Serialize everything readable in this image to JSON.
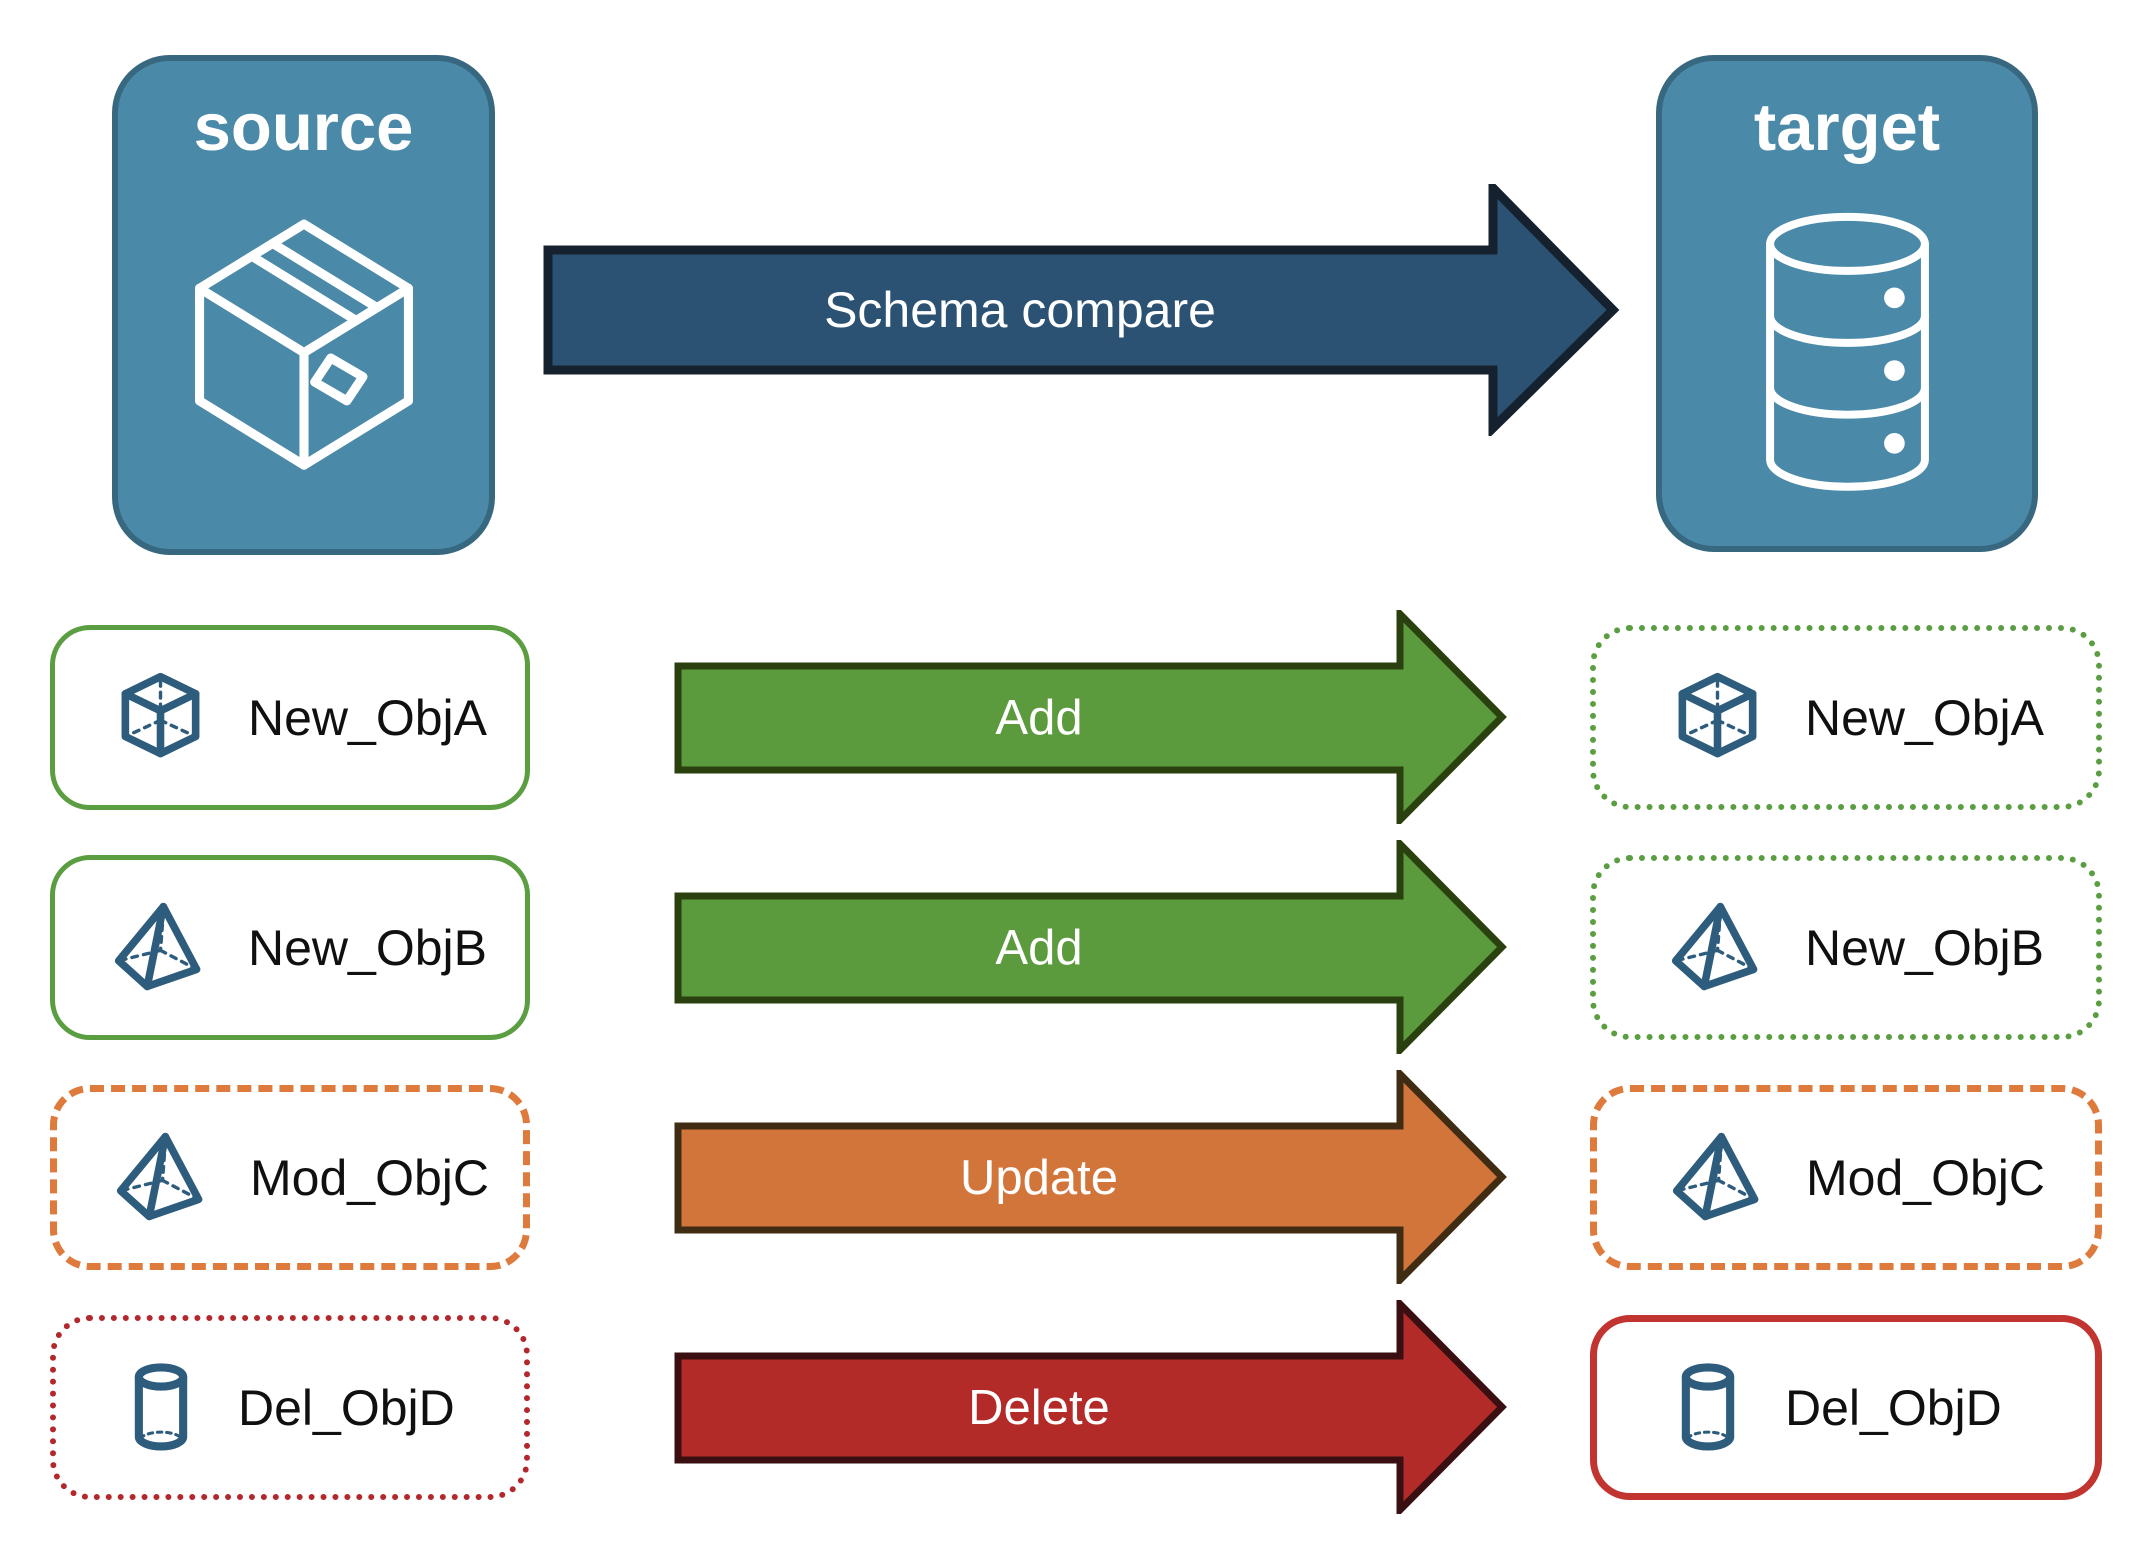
{
  "source_panel": {
    "title": "source",
    "icon": "package-icon"
  },
  "target_panel": {
    "title": "target",
    "icon": "database-icon"
  },
  "compare_arrow": {
    "label": "Schema compare"
  },
  "rows": [
    {
      "name": "New_ObjA",
      "icon": "cube",
      "icon_ref": "#sym-cube",
      "action": "Add",
      "action_style": "add",
      "source_style": "green-solid",
      "target_style": "green-dotted"
    },
    {
      "name": "New_ObjB",
      "icon": "pyramid",
      "icon_ref": "#sym-pyramid",
      "action": "Add",
      "action_style": "add",
      "source_style": "green-solid",
      "target_style": "green-dotted"
    },
    {
      "name": "Mod_ObjC",
      "icon": "pyramid",
      "icon_ref": "#sym-pyramid",
      "action": "Update",
      "action_style": "update",
      "source_style": "orange-dashed",
      "target_style": "orange-dashed"
    },
    {
      "name": "Del_ObjD",
      "icon": "cylinder",
      "icon_ref": "#sym-cylinder",
      "action": "Delete",
      "action_style": "delete",
      "source_style": "red-dotted",
      "target_style": "red-solid"
    }
  ],
  "colors": {
    "panel_blue": "#4A8AA8",
    "compare_blue": "#2B5273",
    "add_green": "#5B9A3D",
    "update_orange": "#D2753B",
    "delete_red": "#B32B28",
    "outline_green": "#5B9E42",
    "outline_orange": "#DD7A3C",
    "outline_red": "#B3282D",
    "outline_red_solid": "#C23430",
    "icon_blue": "#2E5C7D"
  }
}
